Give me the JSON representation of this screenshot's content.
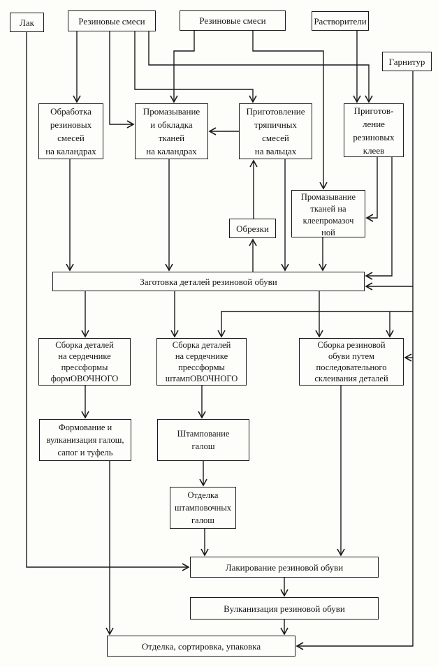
{
  "diagram": {
    "description": "Flowchart of rubber footwear production (scanned document, Russian)",
    "colors": {
      "ink": "#1a1a1a",
      "paper": "#fdfdfa"
    },
    "nodes": {
      "lak": {
        "label": "Лак"
      },
      "rezinovye_smesi_1": {
        "label": "Резиновые смеси"
      },
      "rezinovye_smesi_2": {
        "label": "Резиновые смеси"
      },
      "rastvoriteli": {
        "label": "Растворители"
      },
      "garnitur": {
        "label": "Гарнитур"
      },
      "obrabotka": {
        "label": "Обработка\nрезиновых\nсмесей\nна каландрах"
      },
      "promazyvanie_obkladka": {
        "label": "Промазывание\nи обкладка\nтканей\nна каландрах"
      },
      "prigotovlenie_smesey": {
        "label": "Приготовление\nтряпичных\nсмесей\nна вальцах"
      },
      "prigotovlenie_kleev": {
        "label": "Приготов-\nление\nрезиновых\nклеев"
      },
      "obrezki": {
        "label": "Обрезки"
      },
      "promazyvanie_kleepromazochnaya": {
        "label": "Промазывание\nтканей на\nклеепромазоч\nной"
      },
      "zagotovka": {
        "label": "Заготовка деталей резиновой обуви"
      },
      "sborka_formovochnogo": {
        "label": "Сборка деталей\nна сердечнике\nпрессформы\nформОВОЧНОГО"
      },
      "sborka_shtampovochnogo": {
        "label": "Сборка деталей\nна сердечнике\nпрессформы\nштампОВОЧНОГО"
      },
      "sborka_skleivaniem": {
        "label": "Сборка резиновой\nобуви путем\nпоследовательного\nсклеивания деталей"
      },
      "formovanie": {
        "label": "Формование и\nвулканизация галош,\nсапог и туфель"
      },
      "shtampovanie": {
        "label": "Штампование\nгалош"
      },
      "otdelka_shtampovochnykh": {
        "label": "Отделка\nштамповочных\nгалош"
      },
      "lakirovanie": {
        "label": "Лакирование резиновой обуви"
      },
      "vulkanizatsiya": {
        "label": "Вулканизация резиновой обуви"
      },
      "otdelka_sortirovka": {
        "label": "Отделка, сортировка, упаковка"
      }
    }
  }
}
